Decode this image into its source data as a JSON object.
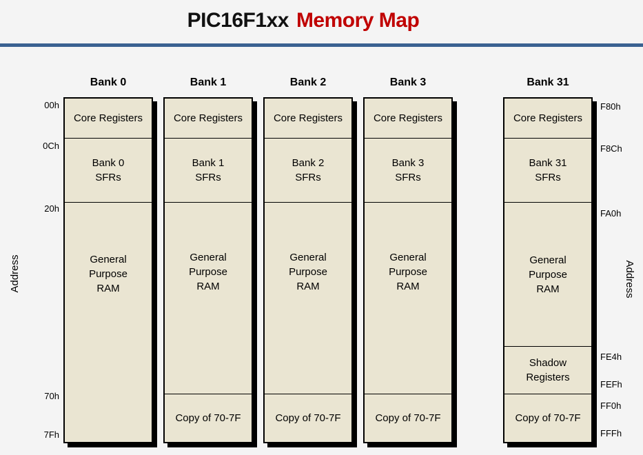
{
  "title": {
    "product": "PIC16F1xx",
    "subject": "Memory Map"
  },
  "colors": {
    "title_accent_red": "#C00000",
    "rule_blue": "#3A6191",
    "box_fill_tan": "#EAE5D2",
    "box_border": "#000000",
    "box_shadow": "#000000",
    "page_background": "#F4F4F4"
  },
  "axis": {
    "left_label": "Address",
    "right_label": "Address"
  },
  "left_addresses": [
    "00h",
    "0Ch",
    "20h",
    "70h",
    "7Fh"
  ],
  "right_addresses": [
    "F80h",
    "F8Ch",
    "FA0h",
    "FE4h",
    "FEFh",
    "FF0h",
    "FFFh"
  ],
  "banks": [
    {
      "name": "Bank 0",
      "core": "Core Registers",
      "sfr": "Bank 0\nSFRs",
      "gp": "General\nPurpose\nRAM"
    },
    {
      "name": "Bank 1",
      "core": "Core Registers",
      "sfr": "Bank 1\nSFRs",
      "gp": "General\nPurpose\nRAM",
      "copy": "Copy of 70-7F"
    },
    {
      "name": "Bank 2",
      "core": "Core Registers",
      "sfr": "Bank 2\nSFRs",
      "gp": "General\nPurpose\nRAM",
      "copy": "Copy of 70-7F"
    },
    {
      "name": "Bank 3",
      "core": "Core Registers",
      "sfr": "Bank 3\nSFRs",
      "gp": "General\nPurpose\nRAM",
      "copy": "Copy of 70-7F"
    },
    {
      "name": "Bank 31",
      "core": "Core Registers",
      "sfr": "Bank 31\nSFRs",
      "gp": "General\nPurpose\nRAM",
      "shadow": "Shadow\nRegisters",
      "copy": "Copy of 70-7F"
    }
  ]
}
